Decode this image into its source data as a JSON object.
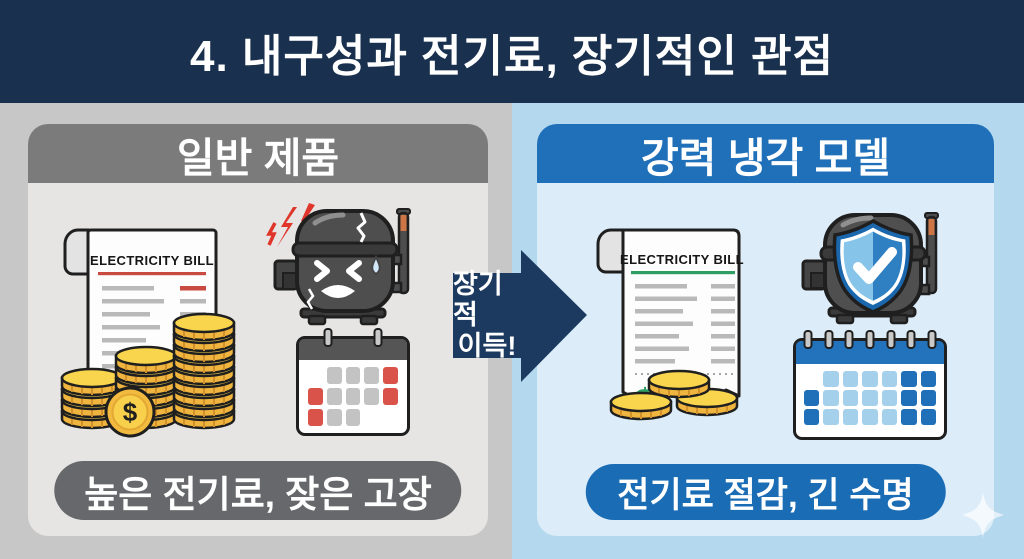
{
  "page": {
    "title": "4. 내구성과 전기료, 장기적인 관점"
  },
  "colors": {
    "header_bar": "#19304e",
    "left_bg": "#c7c7c7",
    "right_bg": "#b4d8ee",
    "left_card_bg": "#e6e5e3",
    "right_card_bg": "#dcedf9",
    "left_card_header": "#7b7b7b",
    "right_card_header": "#1f70b9",
    "left_caption_bg": "#66686b",
    "right_caption_bg": "#1a6cb5",
    "arrow": "#1c3a5f",
    "alert_red": "#c94a40",
    "money_gold": "#f9d44d",
    "bill_green": "#2f9e63",
    "calendar": {
      "red": "#d9534a",
      "gray": "#c3c3c3",
      "light": "#a5d0ec",
      "dark": "#1f6fb9",
      "": "transparent"
    }
  },
  "left_panel": {
    "title": "일반 제품",
    "caption": "높은 전기료, 잦은 고장",
    "bill": {
      "title": "ELECTRICITY BILL",
      "currency": "$"
    },
    "icons": [
      "electricity-bill-icon",
      "coin-stacks-icon",
      "dollar-coin-icon",
      "broken-compressor-icon",
      "warning-sparks-icon",
      "breakdown-calendar-icon"
    ],
    "calendar": {
      "rings": 2,
      "columns": 5,
      "cells": [
        [
          "",
          "gray",
          "gray",
          "gray",
          "red"
        ],
        [
          "red",
          "gray",
          "gray",
          "gray",
          "red"
        ],
        [
          "red",
          "gray",
          "gray",
          "",
          ""
        ]
      ]
    }
  },
  "arrow": {
    "line1": "장기적",
    "line2": "이득!"
  },
  "right_panel": {
    "title": "강력 냉각 모델",
    "caption": "전기료 절감, 긴 수명",
    "bill": {
      "title": "ELECTRICITY BILL",
      "currency": "$"
    },
    "icons": [
      "electricity-bill-icon",
      "coins-icon",
      "protected-compressor-icon",
      "shield-check-icon",
      "longevity-calendar-icon",
      "sparkle-icon"
    ],
    "calendar": {
      "rings": 7,
      "columns": 7,
      "cells": [
        [
          "",
          "light",
          "light",
          "light",
          "light",
          "dark",
          "dark"
        ],
        [
          "dark",
          "light",
          "light",
          "light",
          "light",
          "dark",
          "dark"
        ],
        [
          "dark",
          "light",
          "light",
          "light",
          "light",
          "dark",
          "dark"
        ]
      ]
    }
  }
}
